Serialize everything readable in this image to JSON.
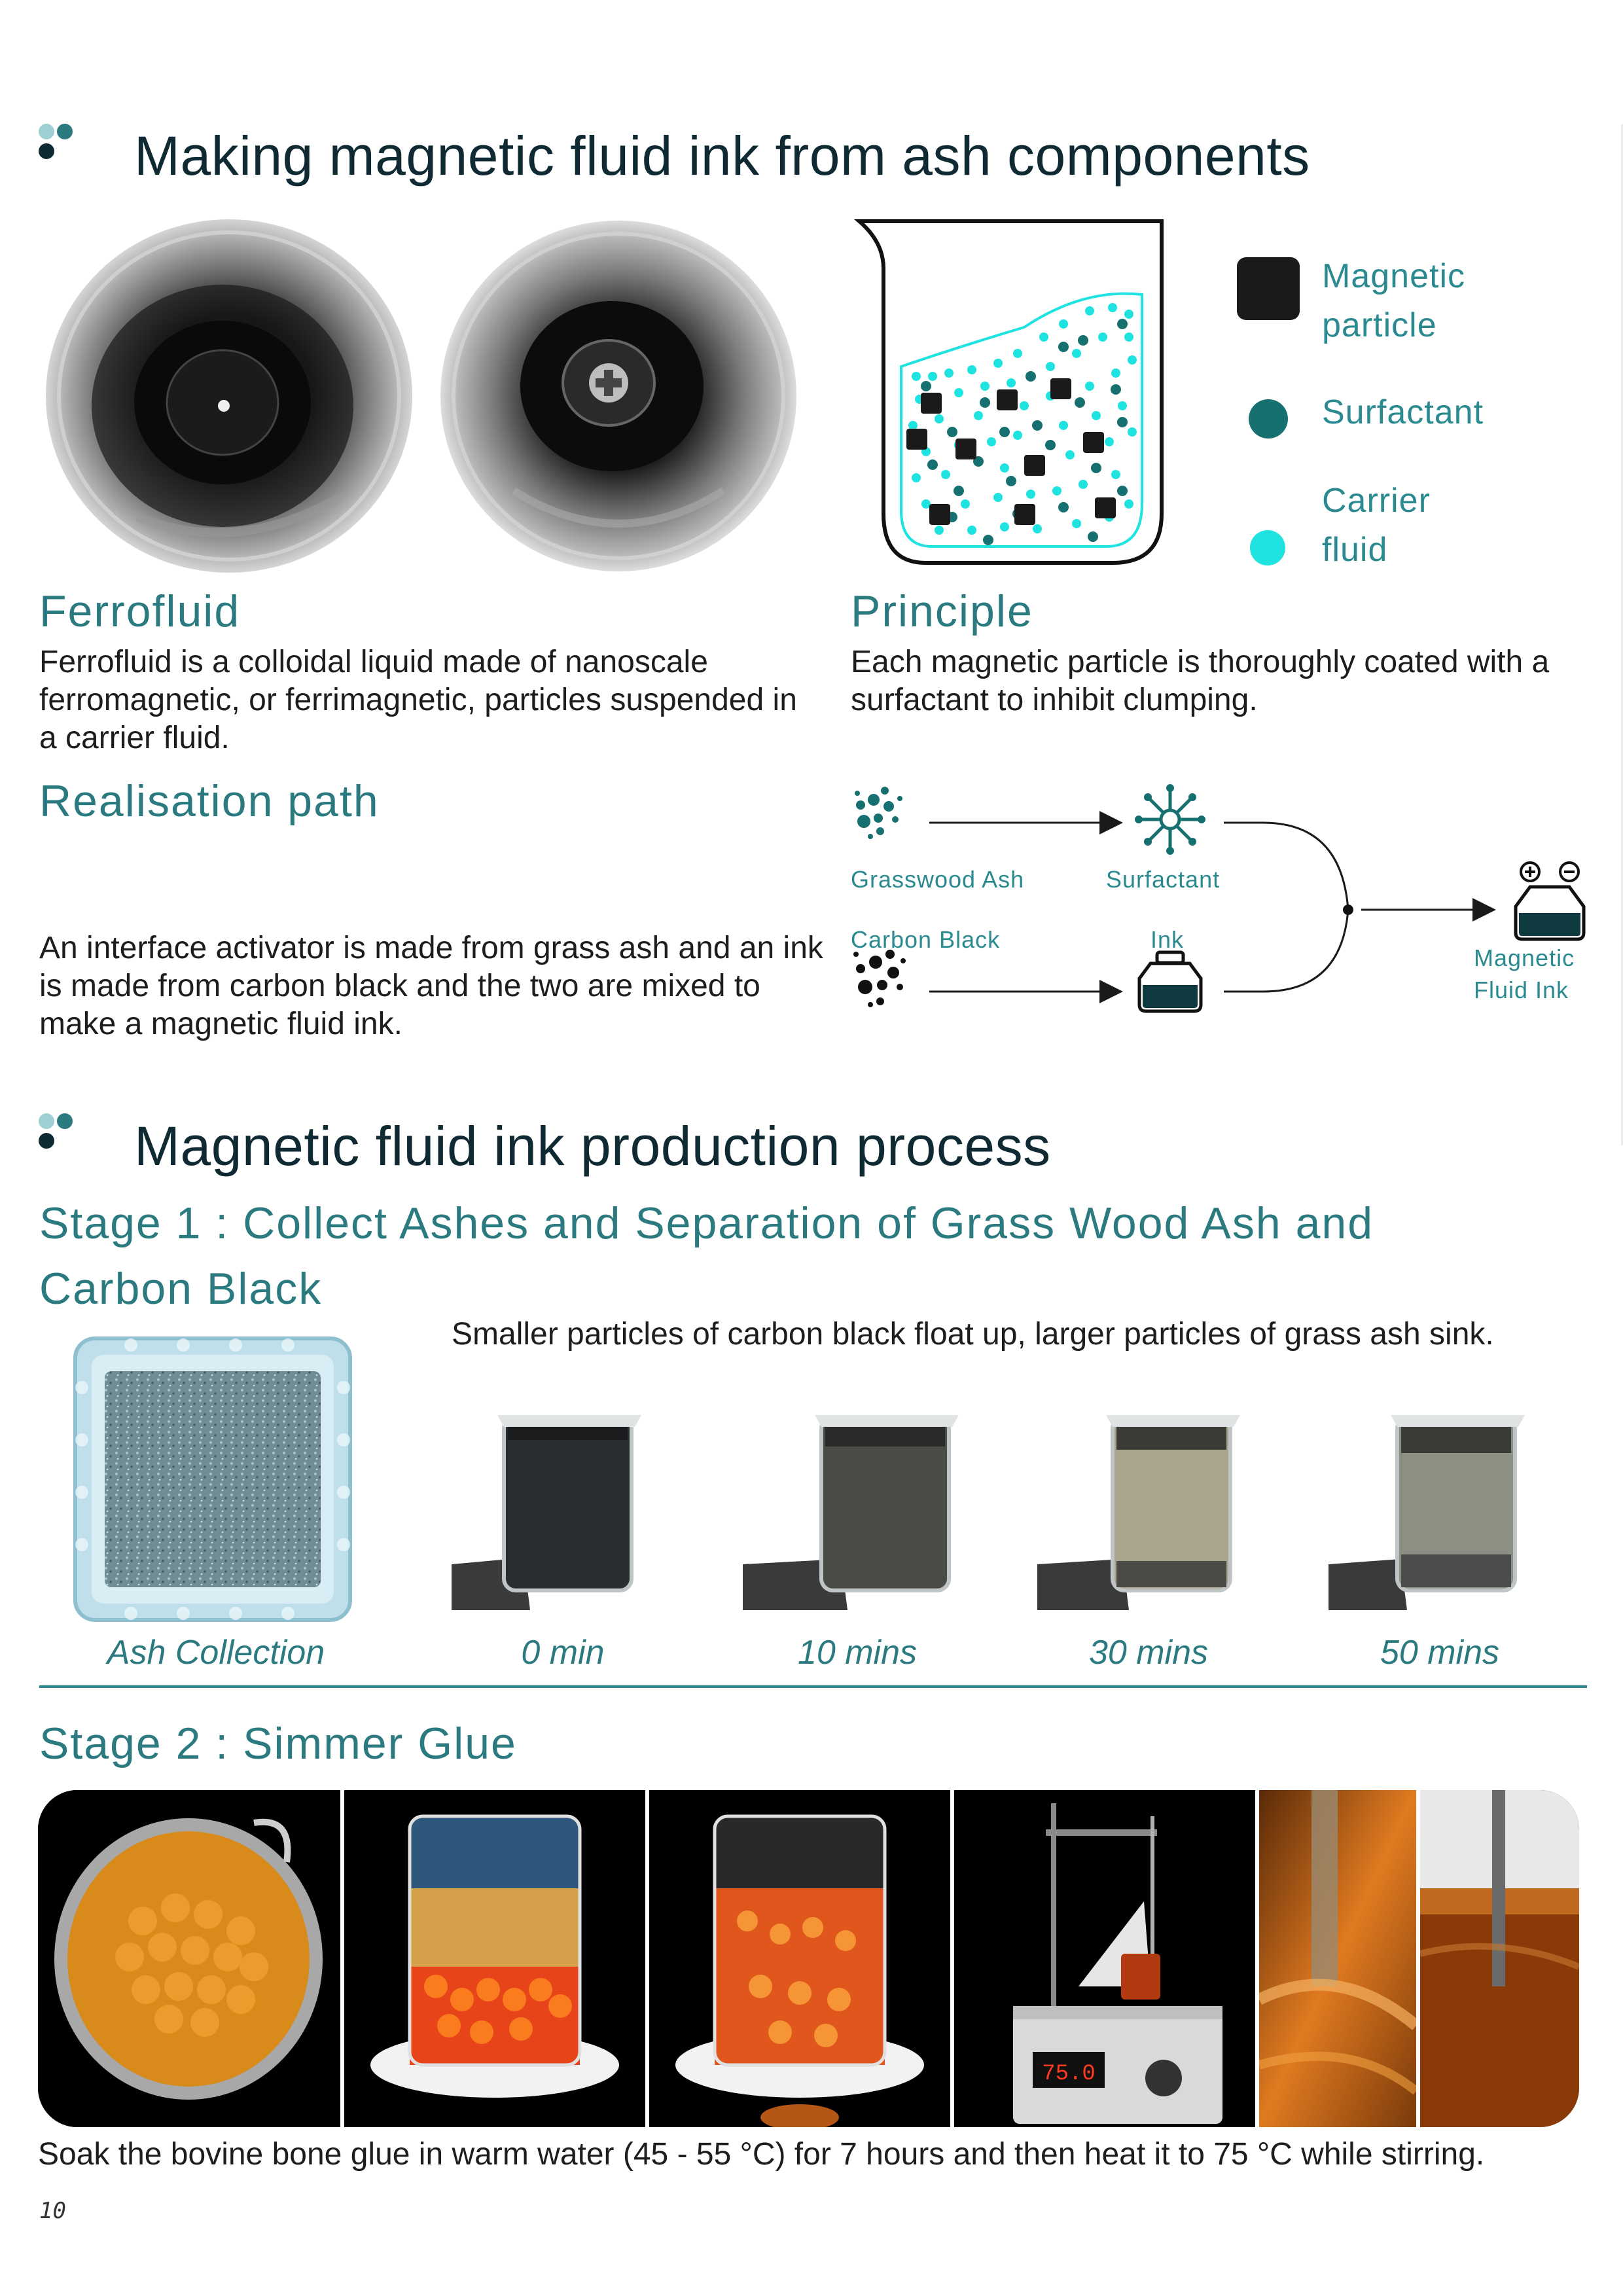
{
  "section1": {
    "title": "Making magnetic fluid ink from ash components",
    "ferrofluid": {
      "heading": "Ferrofluid",
      "text": "Ferrofluid is a colloidal liquid made of nanoscale ferromagnetic, or ferrimagnetic, particles suspended in a carrier fluid."
    },
    "principle": {
      "heading": "Principle",
      "text": "Each magnetic particle is thoroughly coated with a surfactant to inhibit clumping."
    },
    "legend": {
      "magnetic_line1": "Magnetic",
      "magnetic_line2": "particle",
      "surfactant": "Surfactant",
      "carrier_line1": "Carrier",
      "carrier_line2": "fluid"
    },
    "realisation": {
      "heading": "Realisation path",
      "text": "An interface activator is made from grass ash and an ink is made from carbon black and the two are mixed to make a magnetic fluid ink."
    },
    "flow": {
      "grasswood_ash": "Grasswood Ash",
      "surfactant": "Surfactant",
      "carbon_black": "Carbon Black",
      "ink": "Ink",
      "result_line1": "Magnetic",
      "result_line2": "Fluid Ink"
    }
  },
  "section2": {
    "title": "Magnetic fluid ink production process",
    "stage1": {
      "heading_line1": "Stage 1 : Collect Ashes and Separation of Grass Wood Ash and",
      "heading_line2": "Carbon Black",
      "note": "Smaller particles of carbon black float up, larger particles of grass ash sink.",
      "captions": [
        "Ash Collection",
        "0 min",
        "10 mins",
        "30 mins",
        "50 mins"
      ]
    },
    "stage2": {
      "heading": "Stage 2 : Simmer Glue",
      "note": "Soak the bovine bone glue in warm water (45 - 55 °C) for 7 hours and then heat it to 75 °C while stirring.",
      "display_reading": "75.0"
    }
  },
  "page_number": "10",
  "colors": {
    "accent_teal": "#2a7a80",
    "dark_teal": "#16706f",
    "cyan": "#1fe3e0",
    "title_dark": "#0f2a33"
  }
}
